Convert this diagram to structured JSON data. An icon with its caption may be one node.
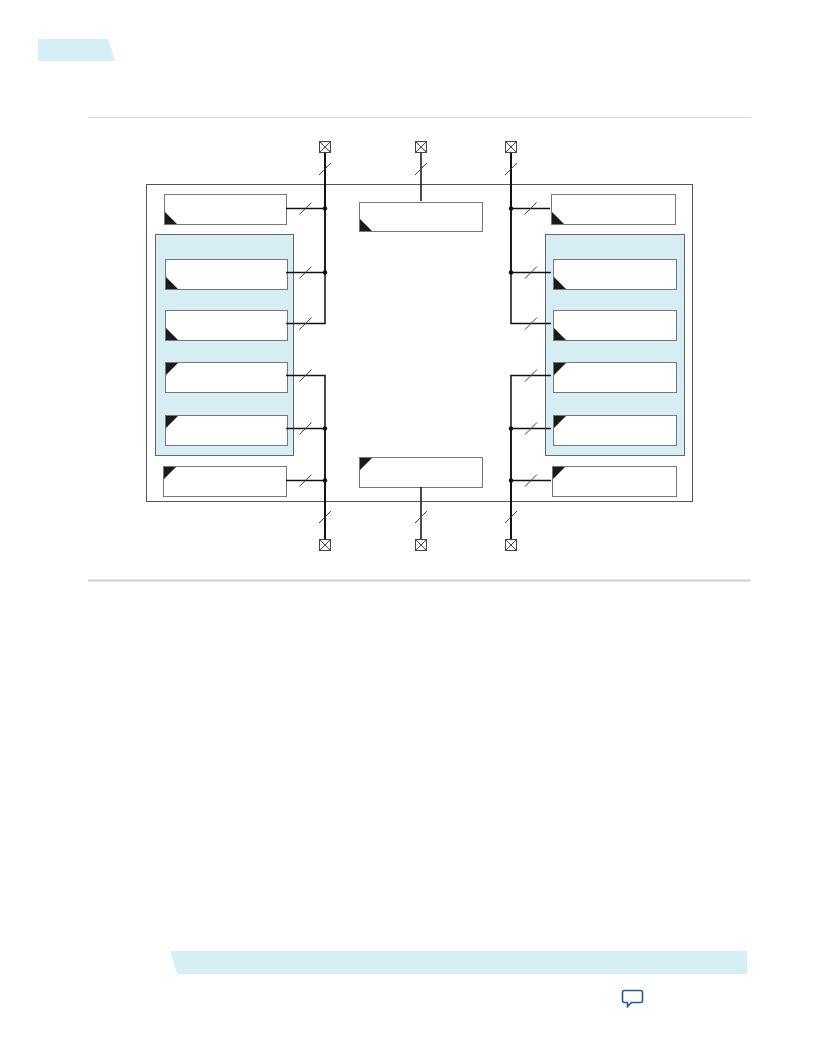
{
  "diagram": {
    "nodes": [
      {
        "text": [],
        "shape": "box"
      },
      {
        "text": [],
        "shape": "crossed-square"
      },
      {
        "text": [],
        "shape": "crossed-square"
      },
      {
        "text": [],
        "shape": "crossed-square"
      },
      {
        "text": [],
        "shape": "box",
        "in": 0
      },
      {
        "text": [],
        "shape": "box",
        "in": 0
      },
      {
        "text": [],
        "shape": "box",
        "in": 0
      },
      {
        "text": [],
        "shape": "box",
        "in": 0
      },
      {
        "text": [],
        "shape": "box",
        "in": 0
      },
      {
        "text": [],
        "shape": "box",
        "in": 7
      },
      {
        "text": [],
        "shape": "box",
        "in": 7
      },
      {
        "text": [],
        "shape": "box",
        "in": 7
      },
      {
        "text": [],
        "shape": "box",
        "in": 7
      },
      {
        "text": [],
        "shape": "box",
        "in": 8
      },
      {
        "text": [],
        "shape": "box",
        "in": 8
      },
      {
        "text": [],
        "shape": "box",
        "in": 8
      },
      {
        "text": [],
        "shape": "box",
        "in": 8
      },
      {
        "text": [],
        "shape": "box",
        "in": 0
      },
      {
        "text": [],
        "shape": "box",
        "in": 0
      },
      {
        "text": [],
        "shape": "box",
        "in": 0
      },
      {
        "text": [],
        "shape": "crossed-square"
      },
      {
        "text": [],
        "shape": "crossed-square"
      },
      {
        "text": [],
        "shape": "crossed-square"
      }
    ],
    "edges": [
      {
        "from": 1,
        "to": 4,
        "arrow": "none"
      },
      {
        "from": 1,
        "to": 9,
        "arrow": "none"
      },
      {
        "from": 1,
        "to": 10,
        "arrow": "none"
      },
      {
        "from": 2,
        "to": 5,
        "arrow": "none"
      },
      {
        "from": 3,
        "to": 6,
        "arrow": "none"
      },
      {
        "from": 3,
        "to": 13,
        "arrow": "none"
      },
      {
        "from": 3,
        "to": 14,
        "arrow": "none"
      },
      {
        "from": 20,
        "to": 11,
        "arrow": "none"
      },
      {
        "from": 20,
        "to": 12,
        "arrow": "none"
      },
      {
        "from": 20,
        "to": 17,
        "arrow": "none"
      },
      {
        "from": 21,
        "to": 18,
        "arrow": "none"
      },
      {
        "from": 22,
        "to": 15,
        "arrow": "none"
      },
      {
        "from": 22,
        "to": 16,
        "arrow": "none"
      },
      {
        "from": 22,
        "to": 19,
        "arrow": "none"
      }
    ]
  }
}
